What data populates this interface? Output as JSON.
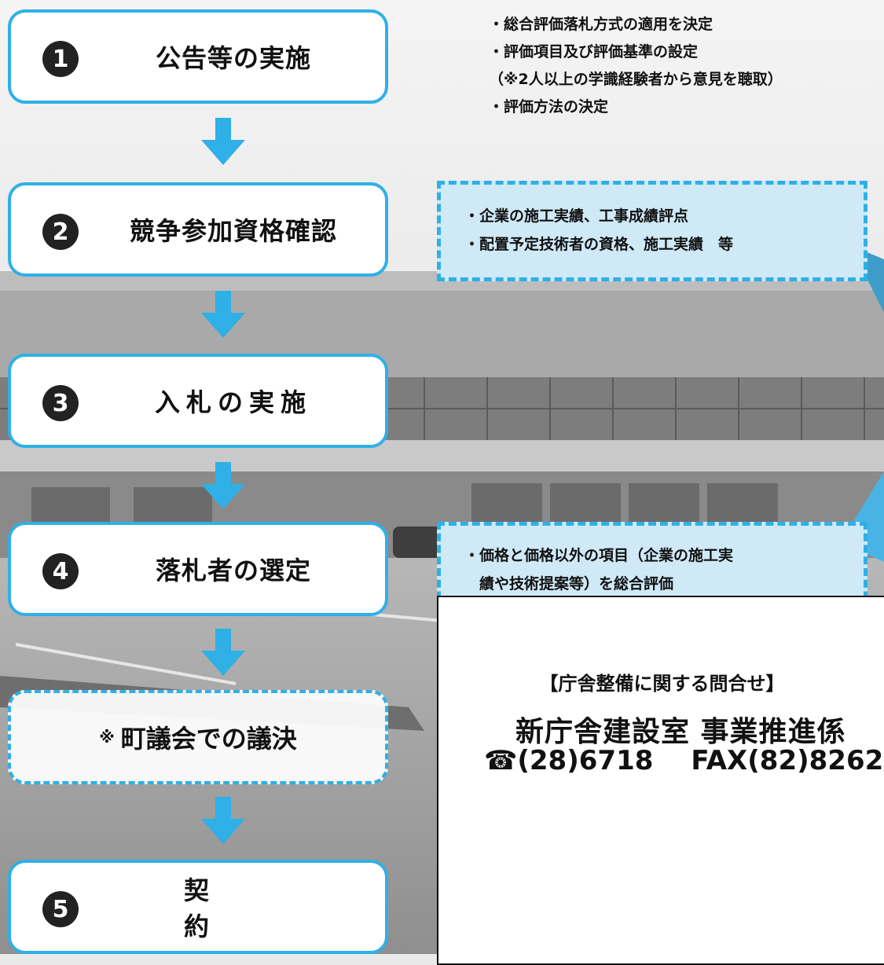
{
  "steps": [
    {
      "number": "1",
      "label": "公告等の実施"
    },
    {
      "number": "2",
      "label": "競争参加資格確認"
    },
    {
      "number": "3",
      "label": "入札の実施"
    },
    {
      "number": "4",
      "label": "落札者の選定"
    },
    {
      "number": "5",
      "label": "契約"
    }
  ],
  "council_note": {
    "mark": "※",
    "label": "町議会での議決"
  },
  "top_notes": [
    "・総合評価落札方式の適用を決定",
    "・評価項目及び評価基準の設定",
    "（※2人以上の学識経験者から意見を聴取）",
    "・評価方法の決定"
  ],
  "callout_qualification": [
    "・企業の施工実績、工事成績評点",
    "・配置予定技術者の資格、施工実績　等"
  ],
  "callout_selection": [
    "・価格と価格以外の項目（企業の施工実",
    "　績や技術提案等）を総合評価"
  ],
  "contact": {
    "heading": "【庁舎整備に関する問合せ】",
    "office": "新庁舎建設室 事業推進係",
    "tel_icon": "☎",
    "tel": "(28)6718",
    "fax": "FAX(82)8262"
  },
  "colors": {
    "accent": "#2fb0e6",
    "callout_fill": "#cfe9f7"
  }
}
